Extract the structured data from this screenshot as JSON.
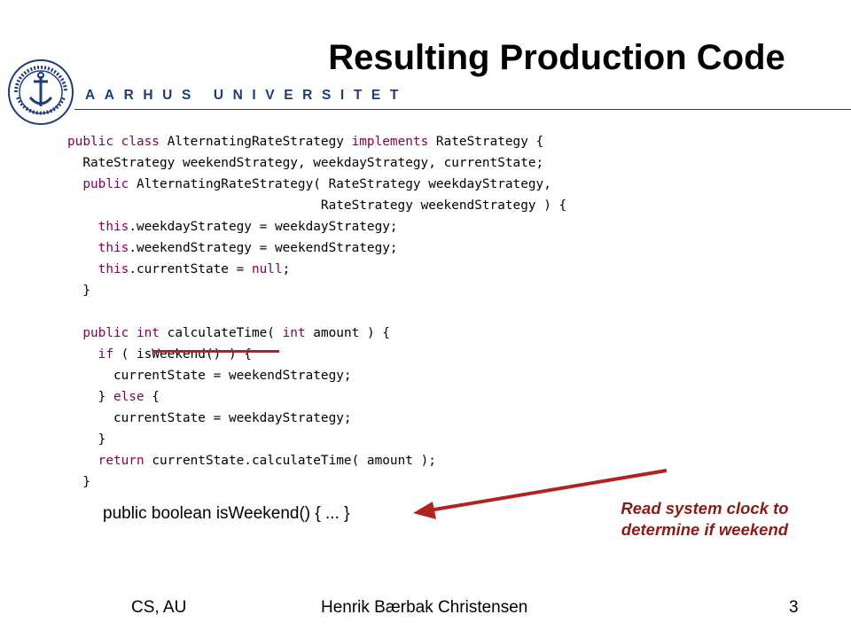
{
  "header": {
    "university": "AARHUS UNIVERSITET",
    "title": "Resulting Production Code",
    "logo_icon": "aarhus-university-seal",
    "brand_color": "#1c3d78"
  },
  "code": {
    "lines": [
      "public class AlternatingRateStrategy implements RateStrategy {",
      "  RateStrategy weekendStrategy, weekdayStrategy, currentState;",
      "  public AlternatingRateStrategy( RateStrategy weekdayStrategy,",
      "                                 RateStrategy weekendStrategy ) {",
      "    this.weekdayStrategy = weekdayStrategy;",
      "    this.weekendStrategy = weekendStrategy;",
      "    this.currentState = null;",
      "  }",
      "",
      "  public int calculateTime( int amount ) {",
      "    if ( isWeekend() ) {",
      "      currentState = weekendStrategy;",
      "    } else {",
      "      currentState = weekdayStrategy;",
      "    }",
      "    return currentState.calculateTime( amount );",
      "  }"
    ],
    "keyword_color": "#7f0055",
    "highlight_color": "#b22222"
  },
  "helper_text": "public boolean isWeekend() { ... }",
  "annotation": {
    "line1": "Read system clock to",
    "line2": "determine if weekend",
    "color": "#8b1a1a",
    "arrow_icon": "arrow-left-icon"
  },
  "footer": {
    "left": "CS, AU",
    "center": "Henrik Bærbak Christensen",
    "page_number": "3"
  }
}
